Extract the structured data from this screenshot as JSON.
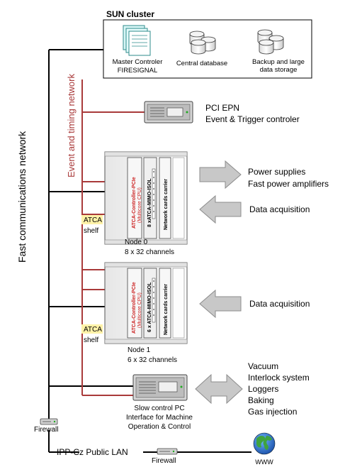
{
  "colors": {
    "timing_line": "#a93a3a",
    "comm_line": "#000000",
    "arrow_fill": "#c8c8c8",
    "arrow_stroke": "#8c8c8c",
    "atca_label_bg": "#fff2a8",
    "board_red": "#cc2222"
  },
  "sun_cluster": {
    "title": "SUN cluster",
    "master_label_line1": "Master Controler",
    "master_label_line2": "FIRESIGNAL",
    "central_db_label": "Central database",
    "backup_label_line1": "Backup and large",
    "backup_label_line2": "data storage"
  },
  "networks": {
    "timing": "Event and timing network",
    "fast": "Fast communications network"
  },
  "pci_epn": {
    "line1": "PCI EPN",
    "line2": "Event & Trigger controler"
  },
  "node0": {
    "board1_line1": "ATCA-Controller-PCIe",
    "board1_line2": "(Multicore CPU)",
    "board2": "8 xATCA-MIMO-ISOL",
    "board3": "Network cards carrier",
    "atca_label": "ATCA",
    "shelf_label": "shelf",
    "name": "Node 0",
    "channels": "8 x 32 channels",
    "out_line1": "Power supplies",
    "out_line2": "Fast power amplifiers",
    "in_label": "Data acquisition"
  },
  "node1": {
    "board1_line1": "ATCA-Controller-PCIe",
    "board1_line2": "(Multicore CPU)",
    "board2": "6 x ATCA-MIMO-ISOL",
    "board3": "Network cards carrier",
    "atca_label": "ATCA",
    "shelf_label": "shelf",
    "name": "Node 1",
    "channels": "6 x 32 channels",
    "in_label": "Data acquisition"
  },
  "slow_control": {
    "line1": "Slow control PC",
    "line2": "Interface for Machine",
    "line3": "Operation & Control",
    "items": [
      "Vacuum",
      "Interlock system",
      "Loggers",
      "Baking",
      "Gas injection"
    ]
  },
  "bottom": {
    "firewall_left": "Firewall",
    "public_lan": "IPP-Cz  Public LAN",
    "firewall_right": "Firewall",
    "www": "WWW"
  }
}
